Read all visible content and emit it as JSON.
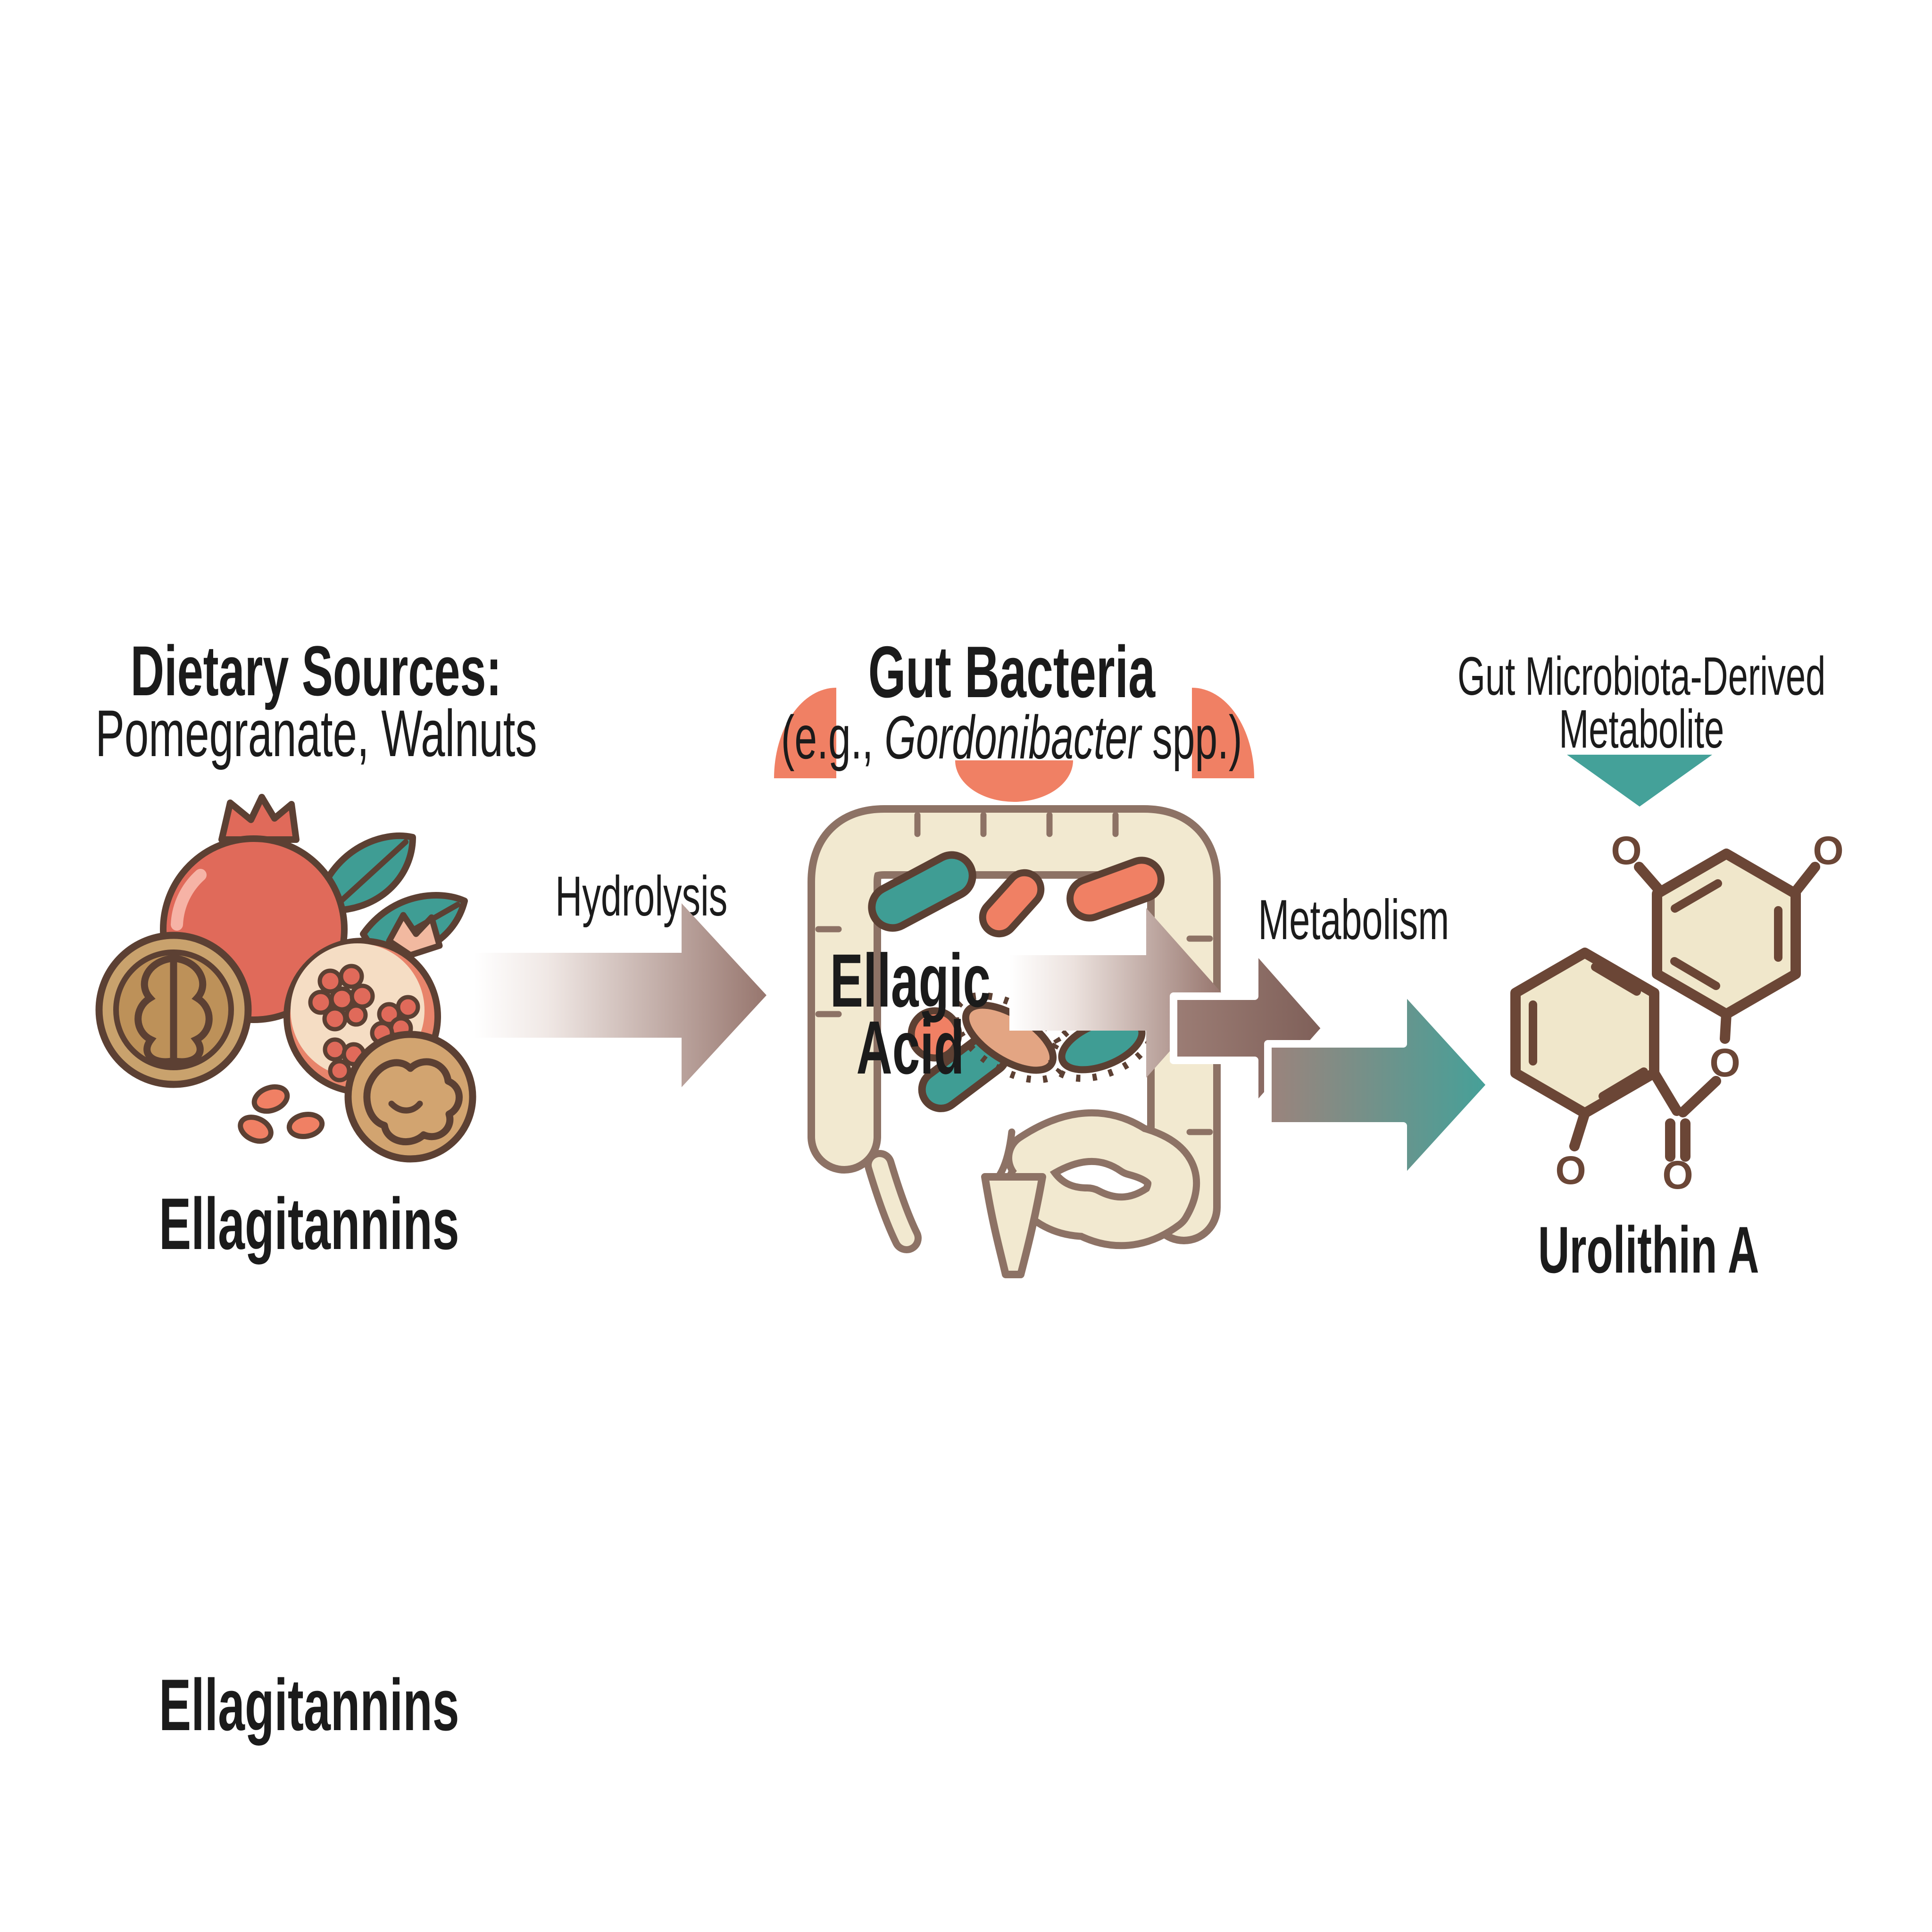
{
  "palette": {
    "salmon_accent": "#F08064",
    "pomegranate_red": "#E06A5A",
    "teal": "#44A199",
    "teal_dark": "#3F9D94",
    "arrow_mauve": "#97766E",
    "arrow_fade": "#F6F1EF",
    "intestine_cream": "#F2E9D0",
    "intestine_outline": "#8D7265",
    "dark_brown": "#5C4033",
    "molecule_brown": "#6B4636",
    "molecule_fill": "#F0E7CB",
    "walnut_tan": "#C9A26D",
    "text_black": "#1B1B1B"
  },
  "stage_sources": {
    "heading": "Dietary Sources:",
    "subheading": "Pomegranate, Walnuts",
    "compound_label": "Ellagitannins"
  },
  "process_hydrolysis": {
    "label": "Hydrolysis"
  },
  "stage_gut": {
    "heading": "Gut Bacteria",
    "species_prefix": "(e.g., ",
    "species_name": "Gordonibacter",
    "species_suffix": " spp.)",
    "compound_line1": "Ellagic",
    "compound_line2": "Acid"
  },
  "process_metabolism": {
    "label": "Metabolism"
  },
  "stage_metabolite": {
    "heading_line1": "Gut Microbiota-Derived",
    "heading_line2": "Metabolite",
    "compound_label": "Urolithin A",
    "atoms": {
      "a1": "O",
      "a2": "O",
      "a3": "O",
      "a4": "O",
      "a5": "O"
    }
  },
  "footer": {
    "compound_label": "Ellagitannins"
  }
}
